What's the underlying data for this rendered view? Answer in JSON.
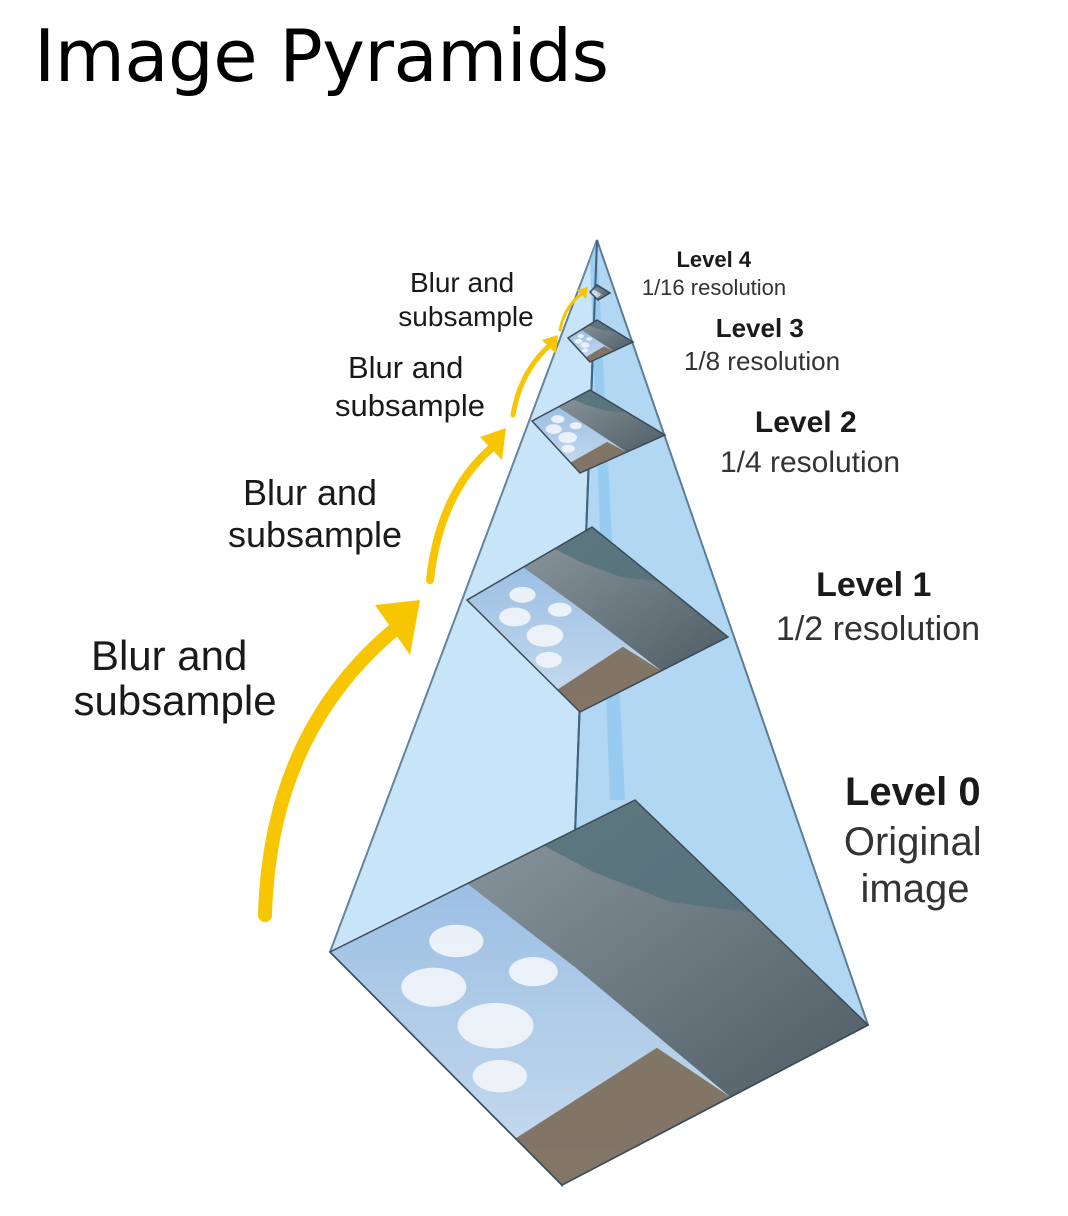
{
  "title": "Image Pyramids",
  "colors": {
    "pyramid_fill": "#b9dcf6",
    "pyramid_edge": "#4a6f8c",
    "arrow": "#f7c600",
    "sky": "#9fc3e6",
    "cloud": "#f2f5f9",
    "building": "#6f7d86",
    "tree": "#56727c",
    "ground": "#7b6a58"
  },
  "steps": [
    {
      "line1": "Blur and",
      "line2": "subsample"
    },
    {
      "line1": "Blur and",
      "line2": "subsample"
    },
    {
      "line1": "Blur and",
      "line2": "subsample"
    },
    {
      "line1": "Blur and",
      "line2": "subsample"
    }
  ],
  "levels": [
    {
      "title": "Level 0",
      "line1": "Original",
      "line2": "image"
    },
    {
      "title": "Level 1",
      "line1": "1/2 resolution"
    },
    {
      "title": "Level 2",
      "line1": "1/4  resolution"
    },
    {
      "title": "Level 3",
      "line1": "1/8 resolution"
    },
    {
      "title": "Level 4",
      "line1": "1/16 resolution"
    }
  ]
}
